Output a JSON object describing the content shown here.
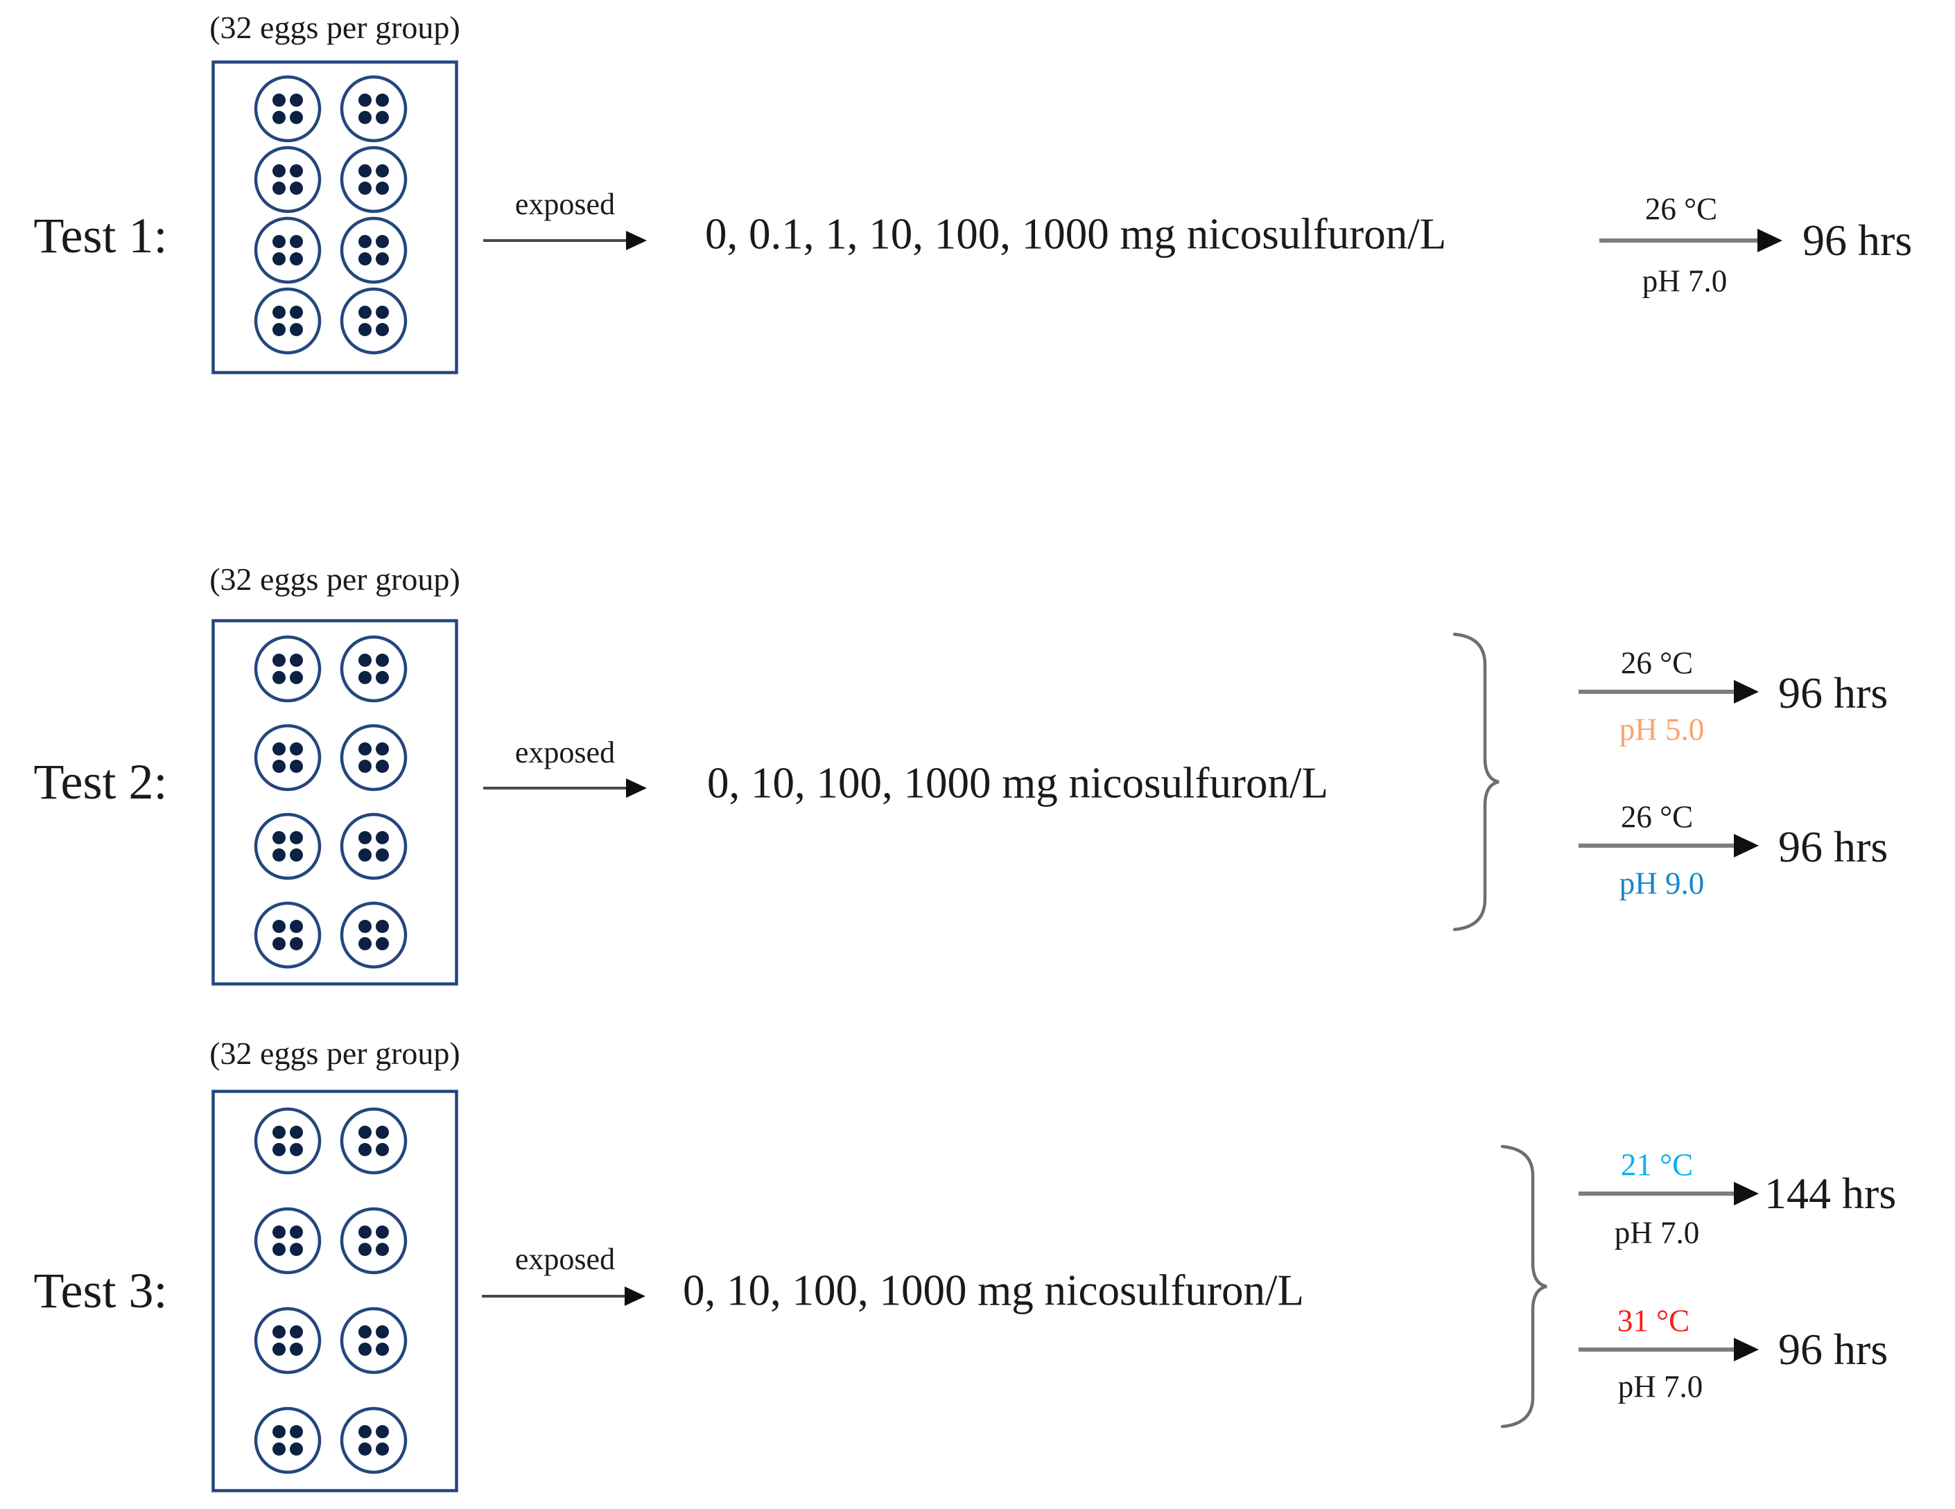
{
  "figure": {
    "type": "experimental-design-flow-diagram",
    "wells_per_plate": 8,
    "eggs_per_well": 4
  },
  "colors": {
    "plate_stroke": "#23477e",
    "egg_dot": "#0c2143",
    "text_black": "#1a1a1a",
    "arrow_stem_gray": "#7d7d7d",
    "brace_gray": "#6e6e6e",
    "ph5_salmon": "#FBA271",
    "ph9_blue": "#1787C9",
    "temp21_cyan": "#00B0F0",
    "temp31_red": "#FB1B18"
  },
  "tests": [
    {
      "label": "Test 1:",
      "plate_caption": "(32 eggs per group)",
      "exposed_label": "exposed",
      "concentrations": "0, 0.1, 1, 10, 100, 1000 mg nicosulfuron/L",
      "branches": [
        {
          "temperature": "26 °C",
          "temperature_color": "#1a1a1a",
          "ph": "pH 7.0",
          "ph_color": "#1a1a1a",
          "duration": "96 hrs"
        }
      ]
    },
    {
      "label": "Test 2:",
      "plate_caption": "(32 eggs per group)",
      "exposed_label": "exposed",
      "concentrations": "0, 10, 100, 1000 mg nicosulfuron/L",
      "branches": [
        {
          "temperature": "26 °C",
          "temperature_color": "#1a1a1a",
          "ph": "pH 5.0",
          "ph_color": "#FBA271",
          "duration": "96 hrs"
        },
        {
          "temperature": "26 °C",
          "temperature_color": "#1a1a1a",
          "ph": "pH 9.0",
          "ph_color": "#1787C9",
          "duration": "96 hrs"
        }
      ]
    },
    {
      "label": "Test 3:",
      "plate_caption": "(32 eggs per group)",
      "exposed_label": "exposed",
      "concentrations": "0, 10, 100, 1000 mg nicosulfuron/L",
      "branches": [
        {
          "temperature": "21 °C",
          "temperature_color": "#00B0F0",
          "ph": "pH 7.0",
          "ph_color": "#1a1a1a",
          "duration": "144 hrs"
        },
        {
          "temperature": "31 °C",
          "temperature_color": "#FB1B18",
          "ph": "pH 7.0",
          "ph_color": "#1a1a1a",
          "duration": "96 hrs"
        }
      ]
    }
  ]
}
